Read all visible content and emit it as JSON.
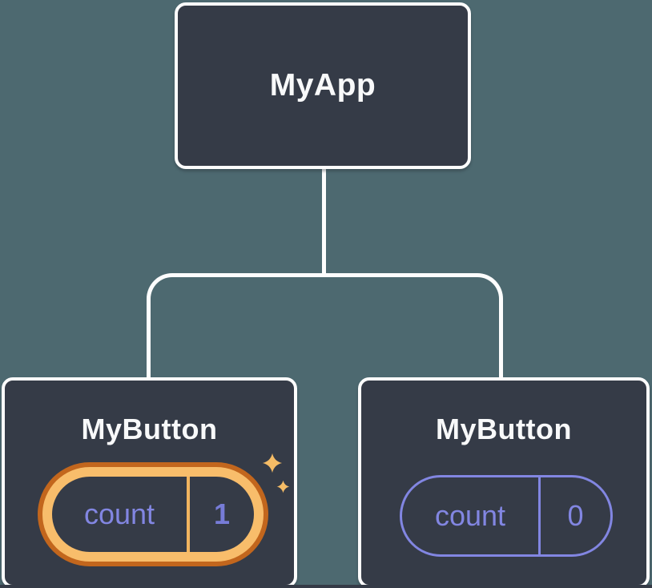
{
  "diagram": {
    "title": "react-component-tree",
    "root": {
      "label": "MyApp"
    },
    "children": [
      {
        "label": "MyButton",
        "state": {
          "key": "count",
          "value": "1"
        },
        "highlighted": true,
        "highlight_meaning": "state-updated"
      },
      {
        "label": "MyButton",
        "state": {
          "key": "count",
          "value": "0"
        },
        "highlighted": false
      }
    ]
  },
  "icons": {
    "sparkles": "four-pointed-stars"
  },
  "colors": {
    "background": "#4D6970",
    "node_fill": "#353B47",
    "node_border": "#FDFDFD",
    "edge": "#FDFDFD",
    "label_text": "#F8F9FA",
    "state_purple": "#8286E2",
    "state_value_bold_purple": "#777CD8",
    "highlight_ring_dark": "#C2661D",
    "highlight_ring_light": "#F8BD6B",
    "highlight_divider": "#F2B45F",
    "sparkle": "#F5BC66"
  }
}
